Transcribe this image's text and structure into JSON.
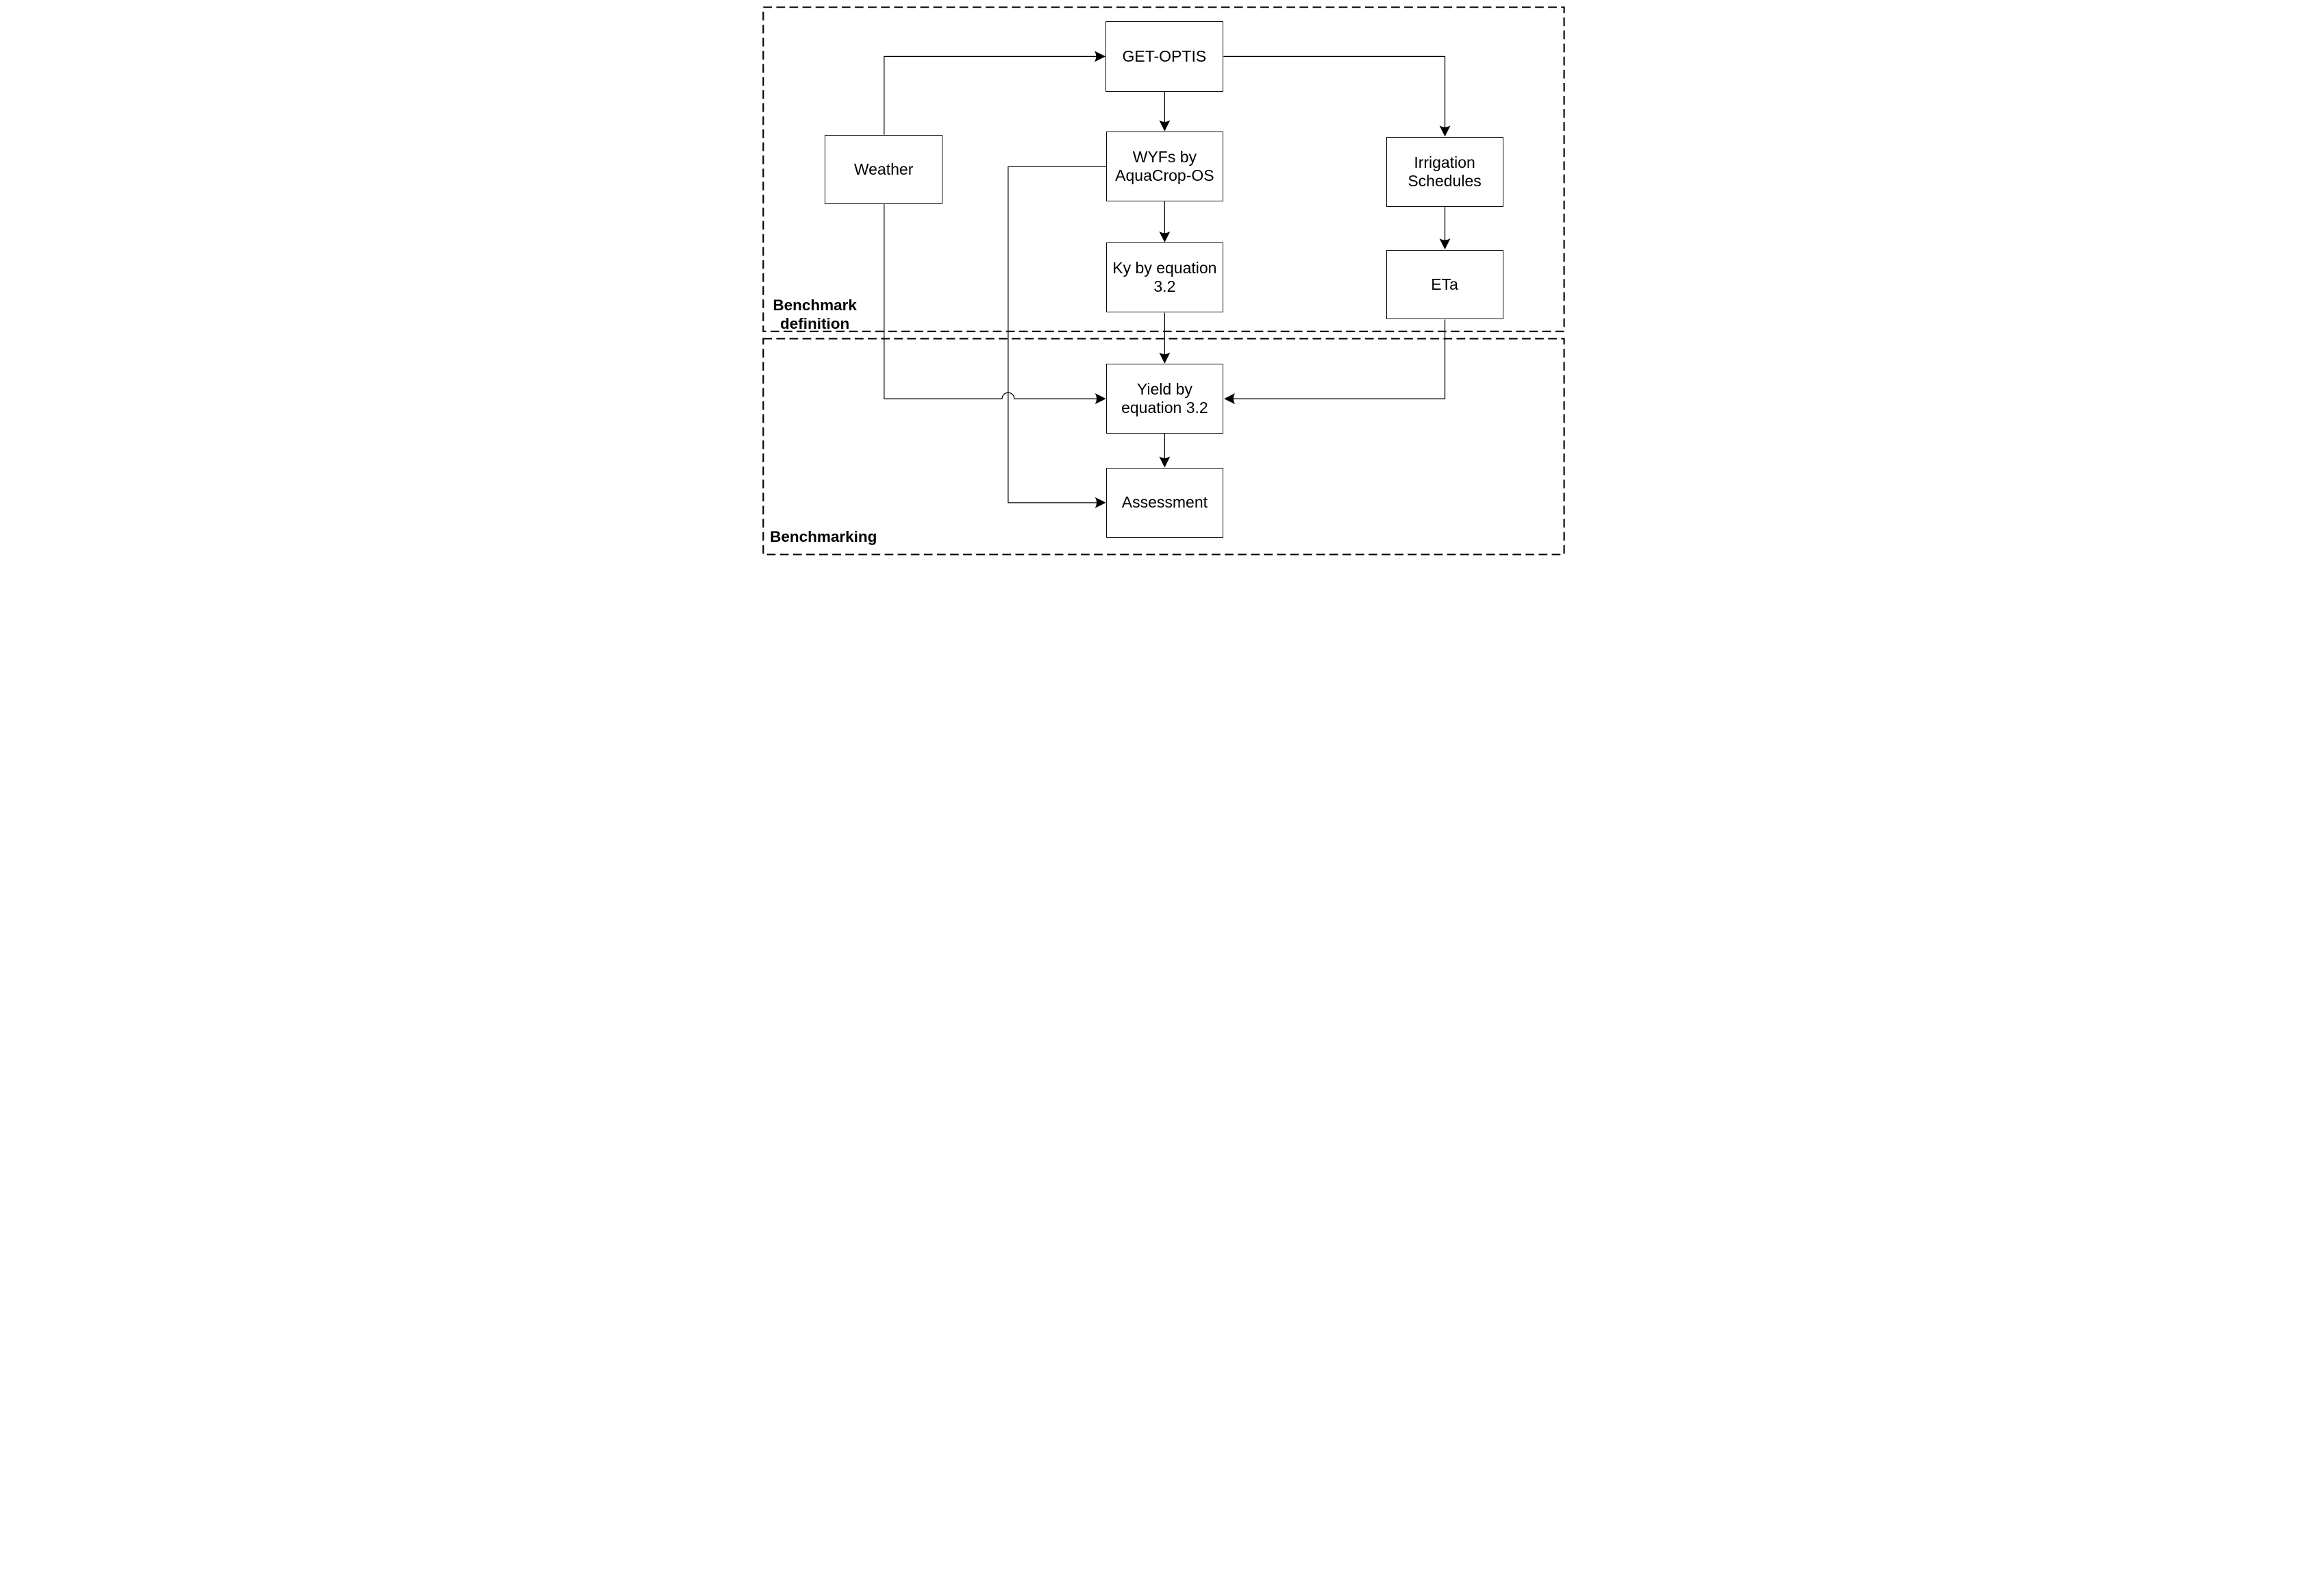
{
  "diagram": {
    "type": "flowchart",
    "background_color": "#ffffff",
    "line_color": "#000000",
    "text_color": "#000000",
    "regions": [
      {
        "id": "benchmark-definition",
        "label": "Benchmark\ndefinition"
      },
      {
        "id": "benchmarking",
        "label": "Benchmarking"
      }
    ],
    "nodes": [
      {
        "id": "get-optis",
        "label": "GET-OPTIS"
      },
      {
        "id": "weather",
        "label": "Weather"
      },
      {
        "id": "wyfs",
        "label": "WYFs by\nAquaCrop-OS"
      },
      {
        "id": "irrigation-schedules",
        "label": "Irrigation\nSchedules"
      },
      {
        "id": "ky",
        "label": "Ky by equation\n3.2"
      },
      {
        "id": "eta",
        "label": "ETa"
      },
      {
        "id": "yield",
        "label": "Yield by\nequation 3.2"
      },
      {
        "id": "assessment",
        "label": "Assessment"
      }
    ],
    "edges": [
      {
        "from": "weather",
        "to": "get-optis"
      },
      {
        "from": "get-optis",
        "to": "wyfs"
      },
      {
        "from": "get-optis",
        "to": "irrigation-schedules"
      },
      {
        "from": "irrigation-schedules",
        "to": "eta"
      },
      {
        "from": "wyfs",
        "to": "ky"
      },
      {
        "from": "ky",
        "to": "yield"
      },
      {
        "from": "weather",
        "to": "yield"
      },
      {
        "from": "eta",
        "to": "yield"
      },
      {
        "from": "wyfs",
        "to": "assessment"
      },
      {
        "from": "yield",
        "to": "assessment"
      }
    ]
  }
}
